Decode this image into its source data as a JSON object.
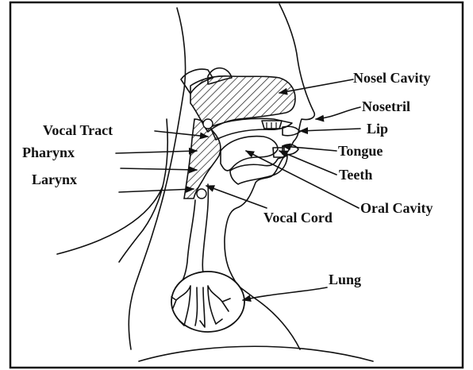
{
  "diagram": {
    "colors": {
      "line": "#111111",
      "border": "#111111",
      "background": "#ffffff"
    },
    "labels": {
      "nasal_cavity": "Nosel Cavity",
      "nostril": "Nosetril",
      "lip": "Lip",
      "tongue": "Tongue",
      "teeth": "Teeth",
      "oral_cavity": "Oral Cavity",
      "vocal_cord": "Vocal Cord",
      "vocal_tract": "Vocal Tract",
      "pharynx": "Pharynx",
      "larynx": "Larynx",
      "lung": "Lung"
    }
  }
}
